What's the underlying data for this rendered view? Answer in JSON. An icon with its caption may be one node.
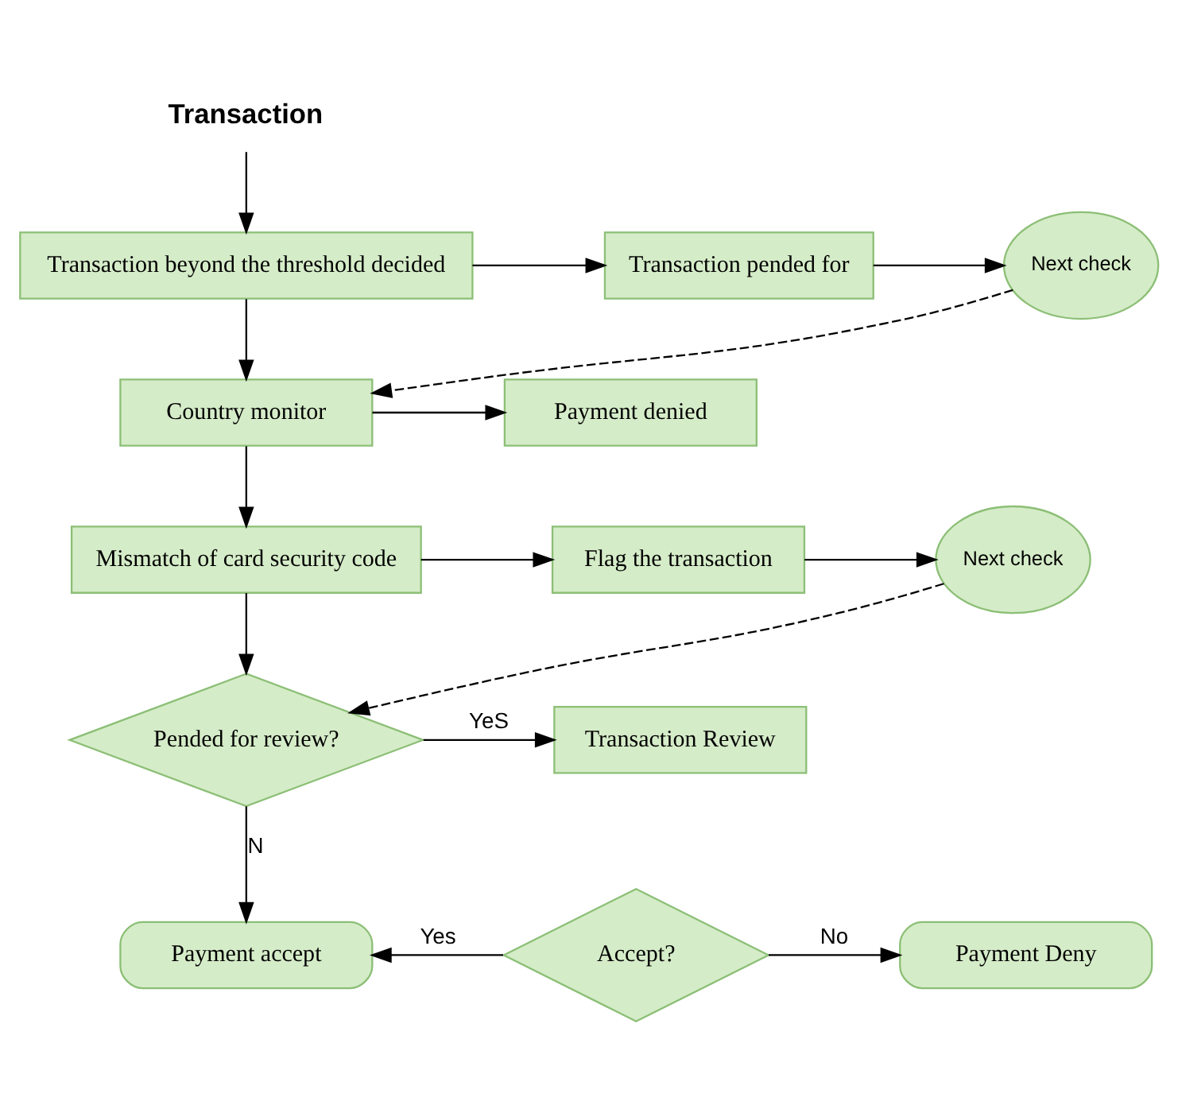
{
  "diagram": {
    "nodes": [
      {
        "text": [
          "Transaction"
        ]
      },
      {
        "text": [
          "Transaction beyond the threshold decided"
        ]
      },
      {
        "text": [
          "Transaction pended for"
        ]
      },
      {
        "text": [
          "Next check"
        ]
      },
      {
        "text": [
          "Country monitor"
        ]
      },
      {
        "text": [
          "Payment denied"
        ]
      },
      {
        "text": [
          "Mismatch of card security code"
        ]
      },
      {
        "text": [
          "Flag the transaction"
        ]
      },
      {
        "text": [
          "Next check"
        ]
      },
      {
        "text": [
          "Pended for review?"
        ]
      },
      {
        "text": [
          "Transaction Review"
        ]
      },
      {
        "text": [
          "Payment accept"
        ]
      },
      {
        "text": [
          "Accept?"
        ]
      },
      {
        "text": [
          "Payment Deny"
        ]
      }
    ],
    "edges": [
      {
        "from": 0,
        "to": 1,
        "arrow": "to"
      },
      {
        "from": 1,
        "to": 2,
        "arrow": "to"
      },
      {
        "from": 2,
        "to": 3,
        "arrow": "to"
      },
      {
        "from": 3,
        "to": 4,
        "arrow": "to",
        "style": "dashed"
      },
      {
        "from": 1,
        "to": 4,
        "arrow": "to"
      },
      {
        "from": 4,
        "to": 5,
        "arrow": "to"
      },
      {
        "from": 4,
        "to": 6,
        "arrow": "to"
      },
      {
        "from": 6,
        "to": 7,
        "arrow": "to"
      },
      {
        "from": 7,
        "to": 8,
        "arrow": "to"
      },
      {
        "from": 8,
        "to": 9,
        "arrow": "to",
        "style": "dashed"
      },
      {
        "from": 6,
        "to": 9,
        "arrow": "to"
      },
      {
        "from": 9,
        "to": 10,
        "arrow": "to",
        "label": "YeS"
      },
      {
        "from": 9,
        "to": 11,
        "arrow": "to",
        "label": "N"
      },
      {
        "from": 12,
        "to": 11,
        "arrow": "to",
        "label": "Yes"
      },
      {
        "from": 12,
        "to": 13,
        "arrow": "to",
        "label": "No"
      }
    ]
  }
}
